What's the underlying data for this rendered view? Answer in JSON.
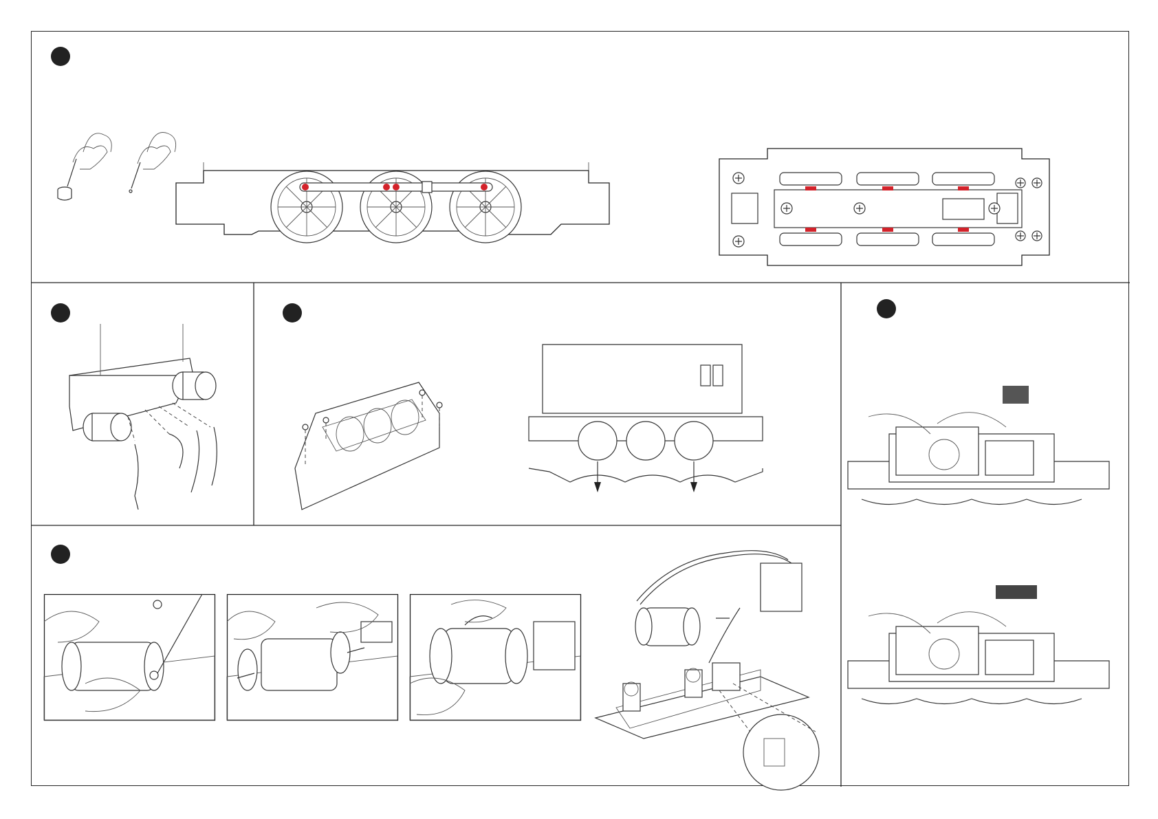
{
  "document": {
    "type": "instruction-sheet",
    "panels": [
      {
        "id": "top-lubrication",
        "marker": ""
      },
      {
        "id": "buffers-pipes",
        "marker": ""
      },
      {
        "id": "chassis-removal",
        "marker": ""
      },
      {
        "id": "dcc-socket",
        "marker": ""
      },
      {
        "id": "motor-replacement",
        "marker": ""
      }
    ]
  },
  "colors": {
    "lubrication_points": "#d3222a",
    "line_art": "#333333",
    "step_marker": "#222222"
  },
  "icons": [
    "oil-pot-icon",
    "hand-icon",
    "screw-icon",
    "arrow-icon",
    "dcc-plug-icon",
    "magnifier-inset-icon"
  ]
}
